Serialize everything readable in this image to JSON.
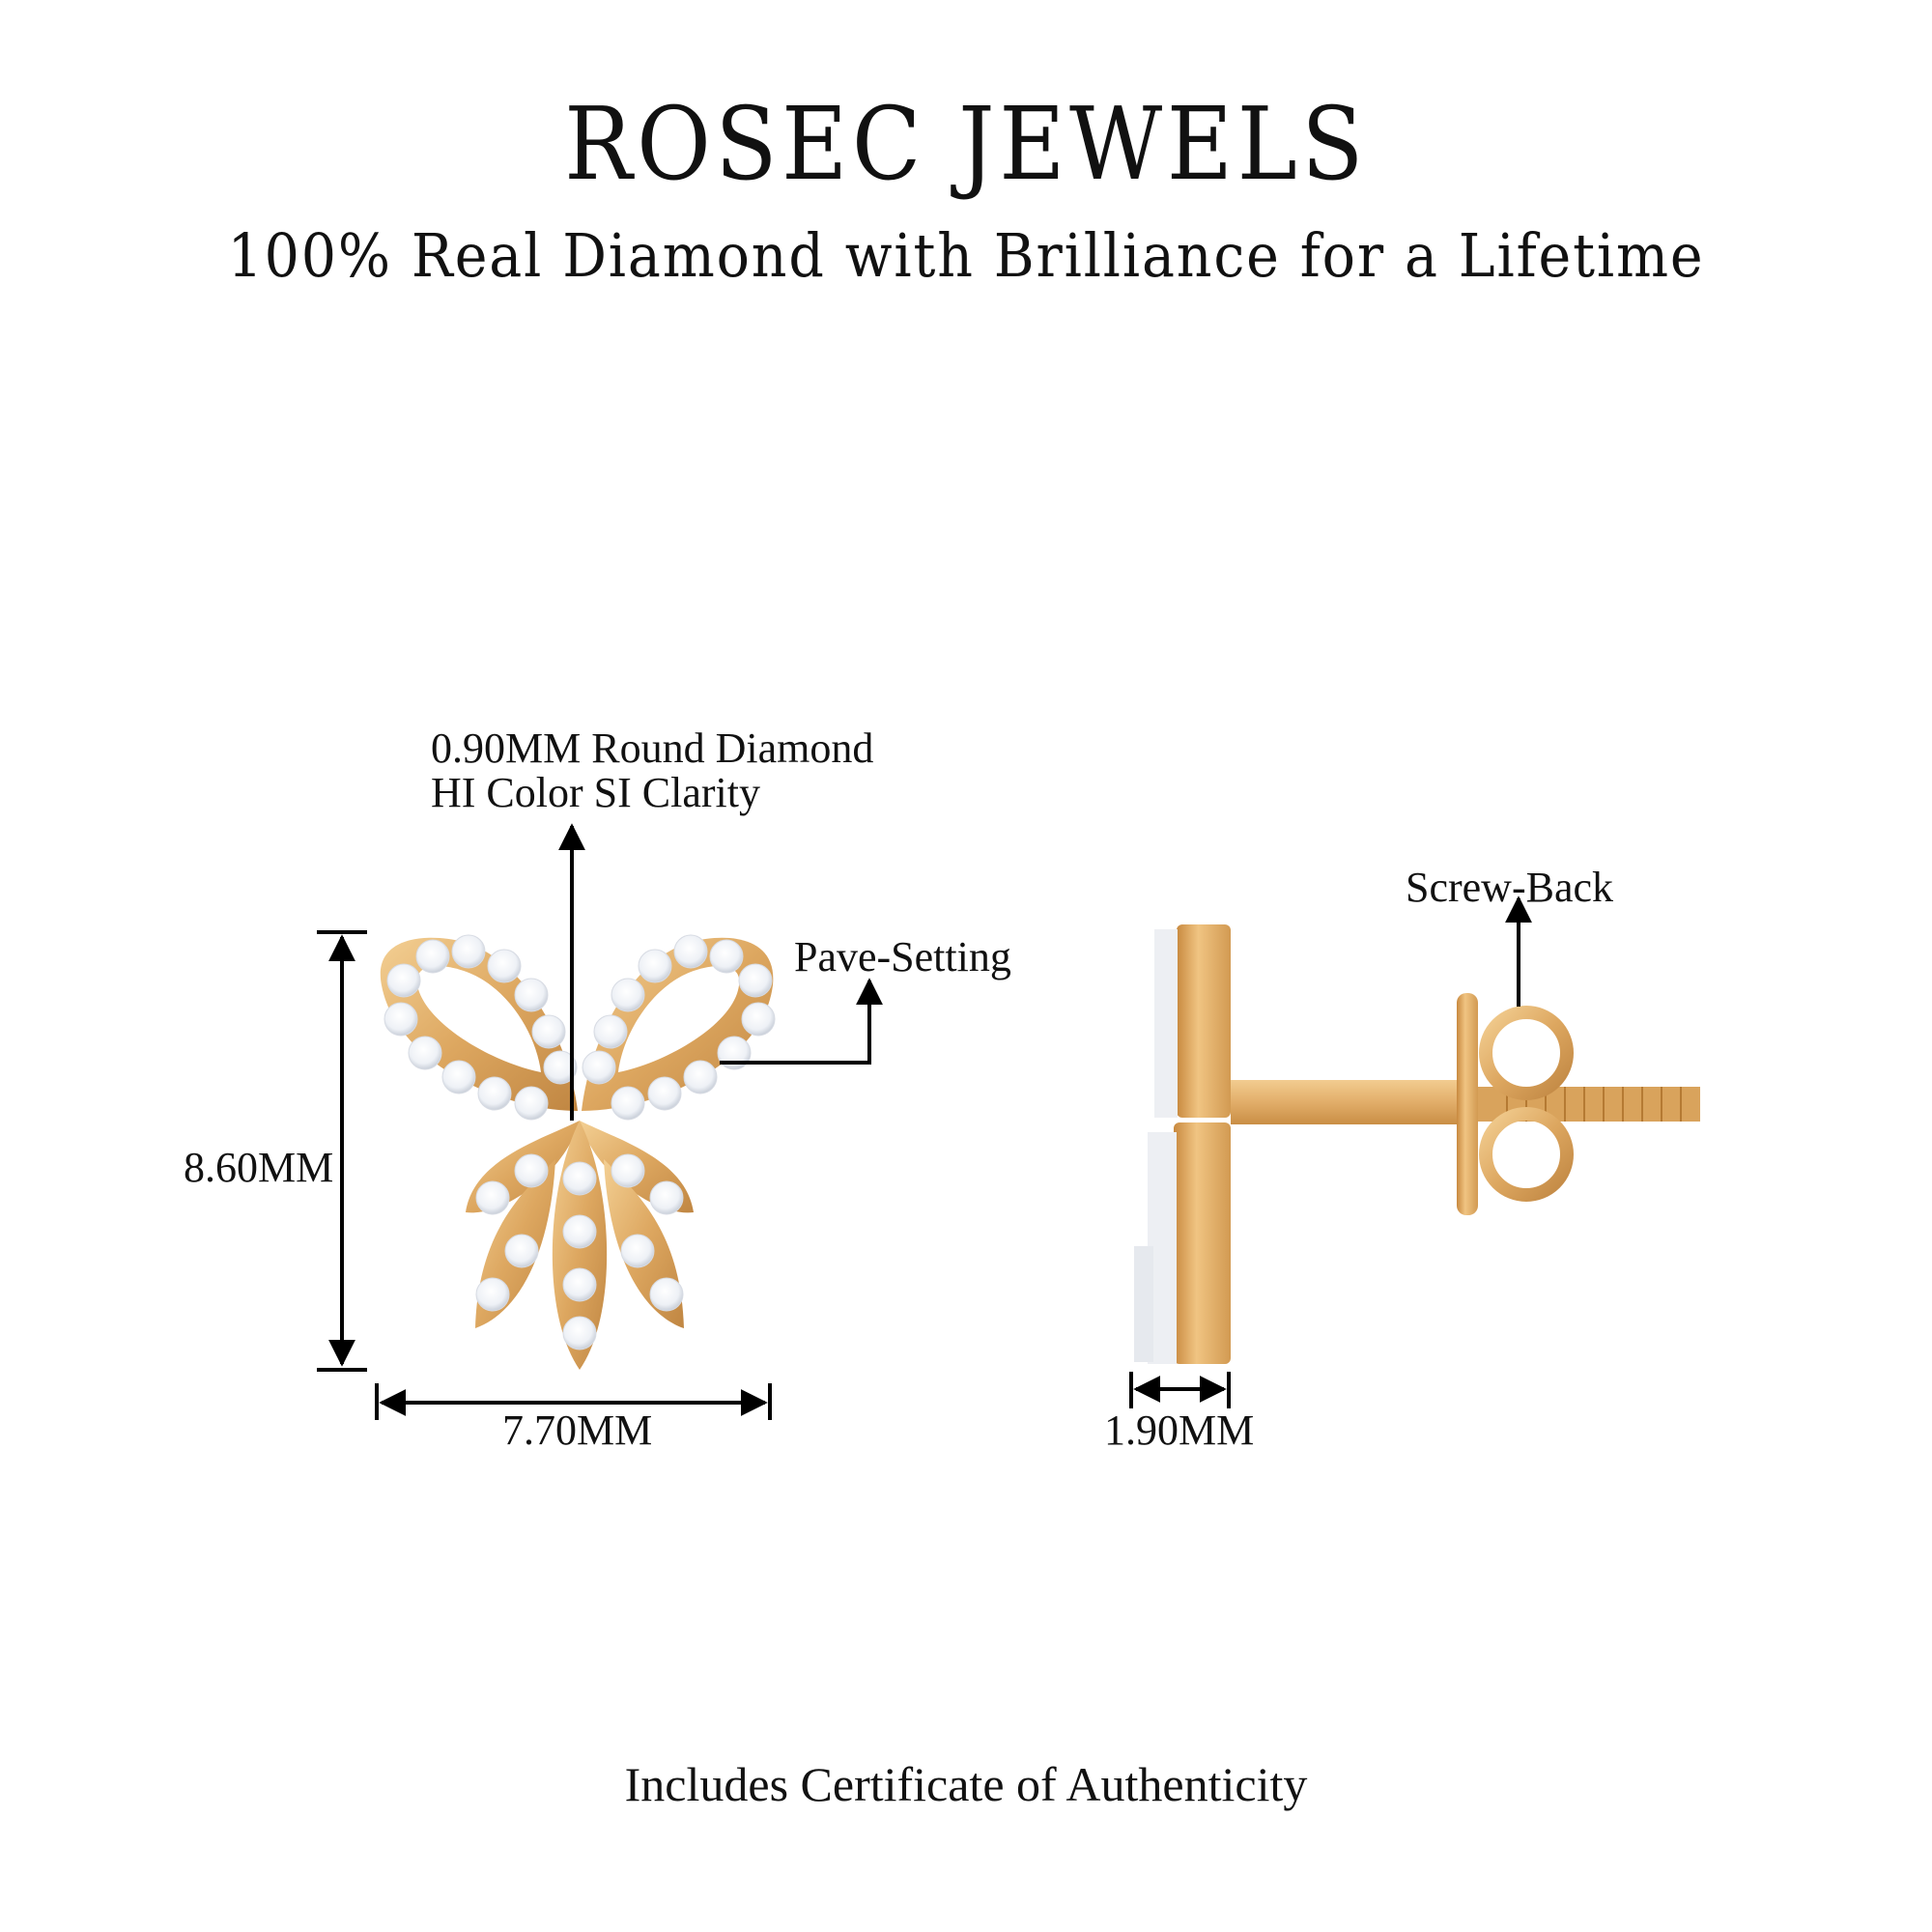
{
  "header": {
    "brand": "ROSEC JEWELS",
    "tagline": "100% Real Diamond with Brilliance for a Lifetime"
  },
  "annotations": {
    "diamond_spec_line1": "0.90MM Round Diamond",
    "diamond_spec_line2": "HI Color SI Clarity",
    "setting": "Pave-Setting",
    "backing": "Screw-Back"
  },
  "dimensions": {
    "height": "8.60MM",
    "width": "7.70MM",
    "depth": "1.90MM"
  },
  "footer": {
    "text": "Includes Certificate of Authenticity"
  },
  "colors": {
    "gold_light": "#EFC585",
    "gold_mid": "#DCA65F",
    "gold_dark": "#B97B36",
    "diamond": "#F2F4F8",
    "ink": "#111111"
  }
}
